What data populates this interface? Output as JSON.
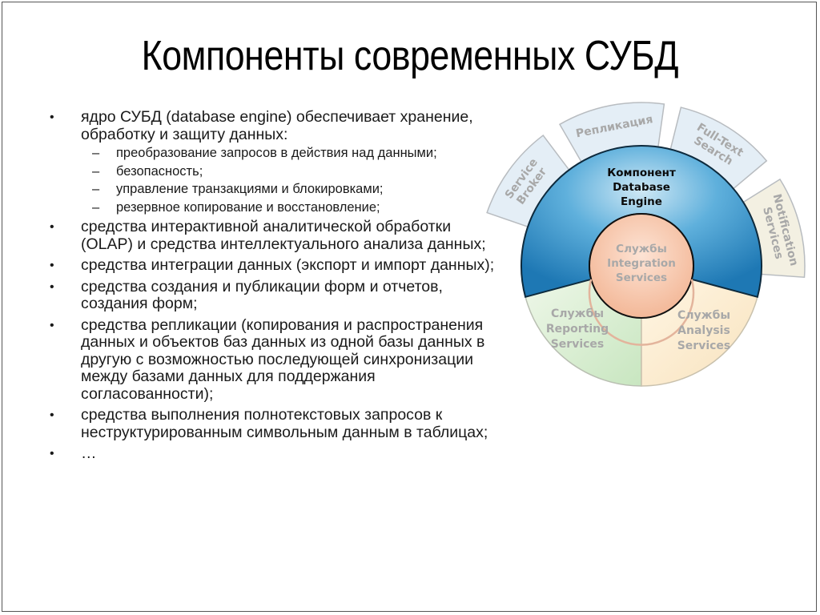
{
  "slide": {
    "title": "Компоненты современных СУБД",
    "bullets": [
      {
        "text": "ядро СУБД (database engine) обеспечивает хранение, обработку и защиту данных:",
        "subitems": [
          "преобразование запросов в действия над данными;",
          "безопасность;",
          "управление транзакциями и блокировками;",
          "резервное копирование и восстановление;"
        ]
      },
      {
        "text": "средства интерактивной аналитической обработки (OLAP) и средства интеллектуального анализа данных;",
        "subitems": []
      },
      {
        "text": "средства интеграции данных (экспорт и импорт данных);",
        "subitems": []
      },
      {
        "text": "средства создания и публикации форм и отчетов, создания форм;",
        "subitems": []
      },
      {
        "text": "средства репликации (копирования и распространения данных и объектов баз данных из одной базы данных в другую с возможностью последующей синхронизации между базами данных для поддержания согласованности);",
        "subitems": []
      },
      {
        "text": "средства выполнения полнотекстовых запросов к неструктурированным символьным данным в таблицах;",
        "subitems": []
      },
      {
        "text": "…",
        "subitems": []
      }
    ],
    "bullet_glyph": "•",
    "dash_glyph": "–"
  },
  "diagram": {
    "core": {
      "lines": [
        "Компонент",
        "Database",
        "Engine"
      ],
      "color": "#2a86c0"
    },
    "center": {
      "lines": [
        "Службы",
        "Integration",
        "Services"
      ],
      "color": "#f7c4a8"
    },
    "left": {
      "lines": [
        "Службы",
        "Reporting",
        "Services"
      ],
      "color": "#dcefd2"
    },
    "right": {
      "lines": [
        "Службы",
        "Analysis",
        "Services"
      ],
      "color": "#fbeacb"
    },
    "petals": [
      {
        "name": "service-broker",
        "lines": [
          "Service",
          "Broker"
        ]
      },
      {
        "name": "replication",
        "lines": [
          "Репликация"
        ]
      },
      {
        "name": "full-text-search",
        "lines": [
          "Full-Text",
          "Search"
        ]
      },
      {
        "name": "notification-services",
        "lines": [
          "Notification",
          "Services"
        ]
      }
    ],
    "petal_fill": "#e4eef6",
    "label_gray": "#a8a8a8"
  }
}
